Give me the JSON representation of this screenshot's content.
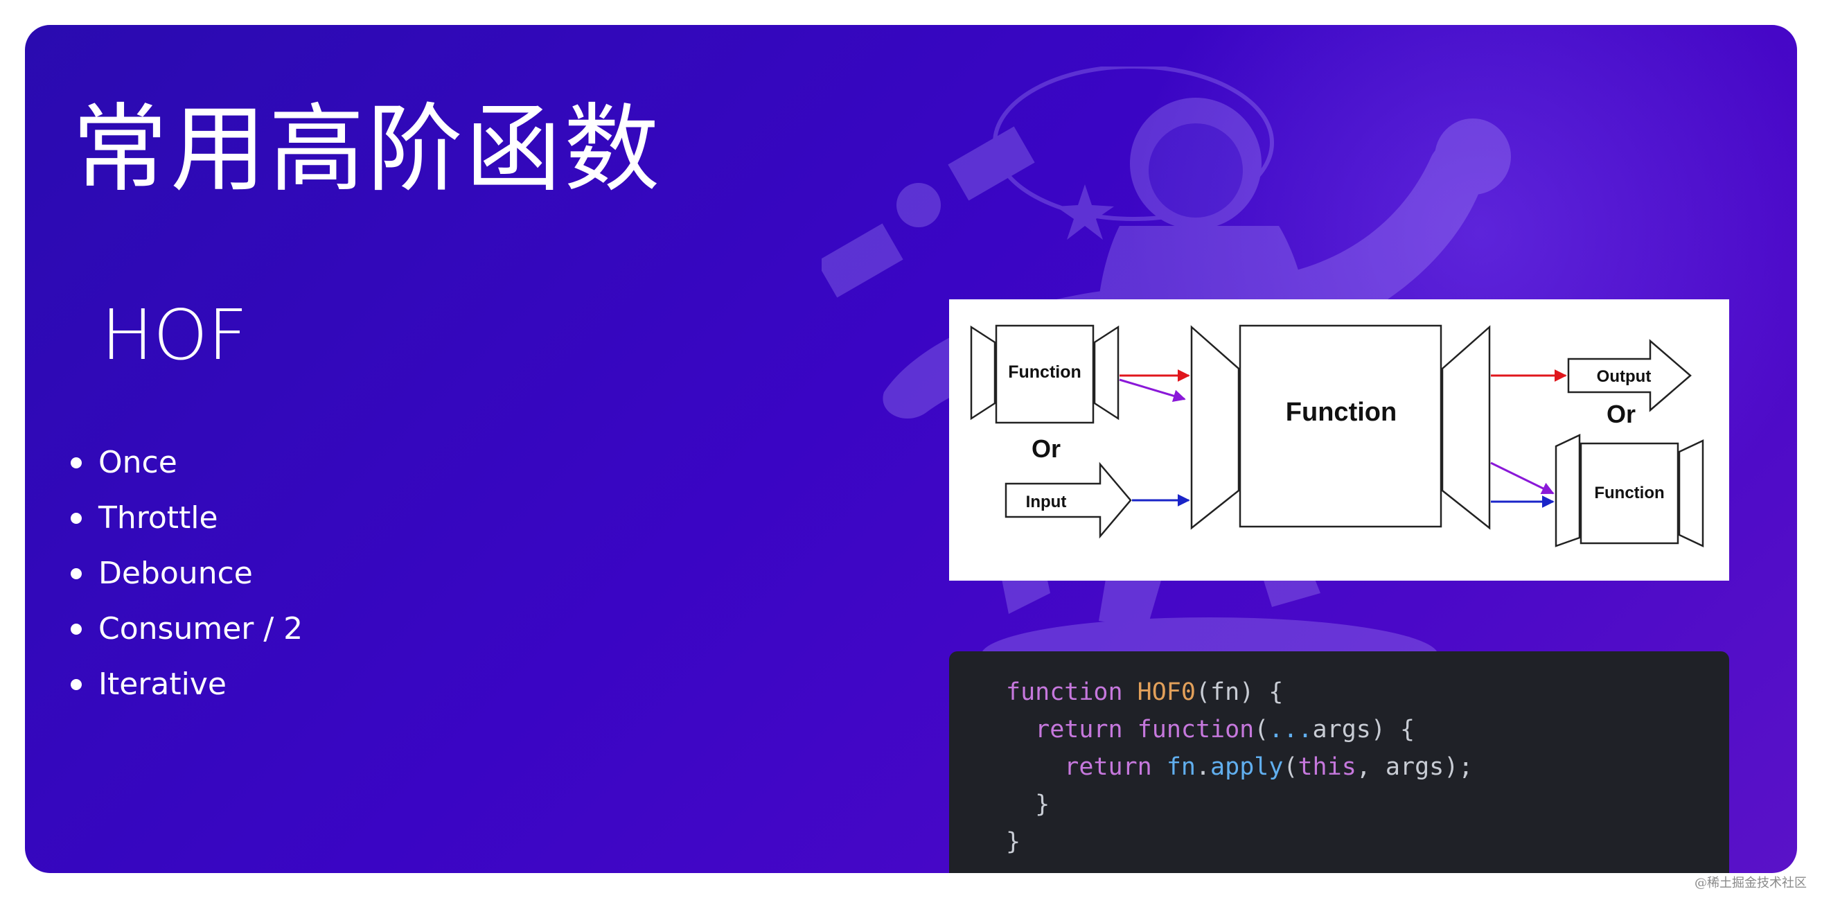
{
  "slide": {
    "title": "常用高阶函数",
    "subtitle": "HOF",
    "bullets": [
      "Once",
      "Throttle",
      "Debounce",
      "Consumer / 2",
      "Iterative"
    ]
  },
  "diagram": {
    "left_function": "Function",
    "left_or": "Or",
    "input": "Input",
    "center_function": "Function",
    "output": "Output",
    "right_or": "Or",
    "right_function": "Function"
  },
  "code": {
    "l1_kw": "function",
    "l1_name": "HOF0",
    "l1_rest": "(fn) {",
    "l2_kw": "return",
    "l2_kw2": "function",
    "l2_spread": "...",
    "l2_rest": "args) {",
    "l3_kw": "return",
    "l3_fn": "fn",
    "l3_apply": "apply",
    "l3_this": "this",
    "l3_rest": ", args);",
    "l4": "}",
    "l5": "}"
  },
  "watermark": "@稀土掘金技术社区",
  "colors": {
    "slide_bg": "#3a05c4",
    "code_bg": "#1f2127",
    "keyword": "#c678dd",
    "function_name": "#e2a05a",
    "method": "#61afef",
    "arrow_red": "#e0161c",
    "arrow_purple": "#8a18d8",
    "arrow_blue": "#1a24c8"
  }
}
